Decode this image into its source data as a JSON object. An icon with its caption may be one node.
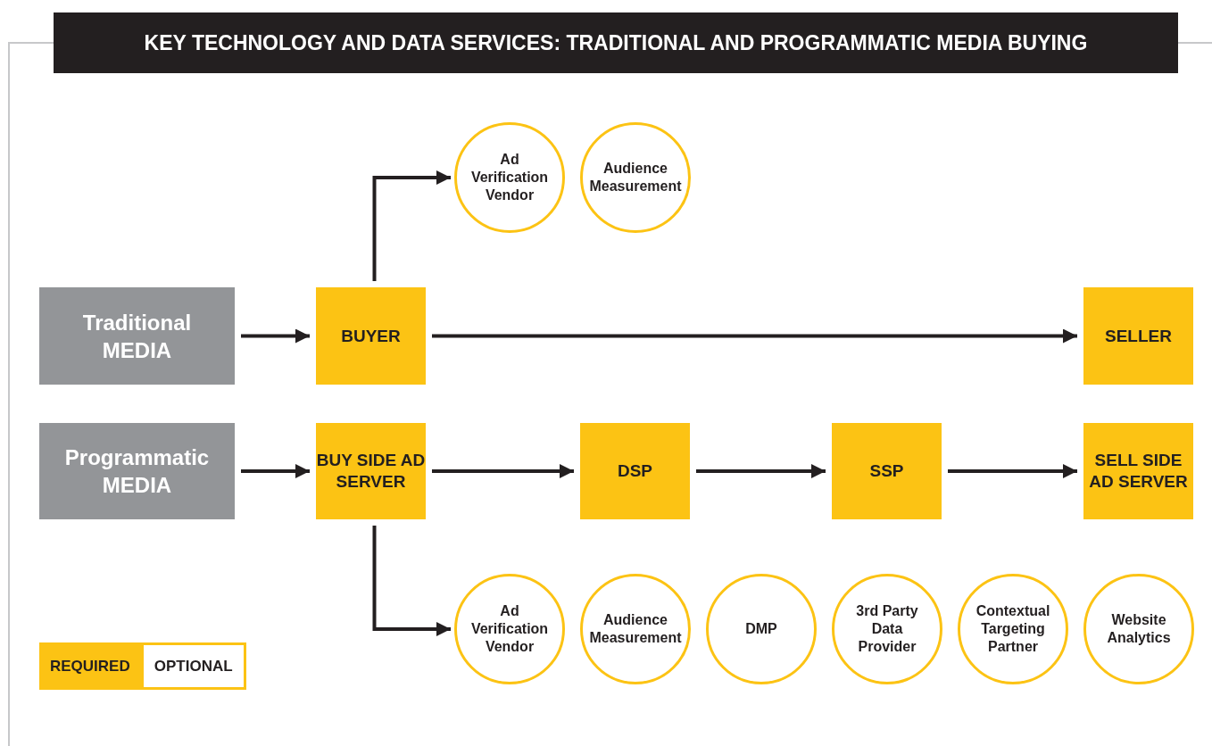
{
  "diagram": {
    "title": "KEY TECHNOLOGY AND DATA SERVICES: TRADITIONAL AND PROGRAMMATIC MEDIA BUYING",
    "nodes": [
      {
        "text": [
          "Ad Verification Vendor"
        ]
      },
      {
        "text": [
          "Audience Measurement"
        ]
      },
      {
        "text": [
          "Traditional MEDIA"
        ]
      },
      {
        "text": [
          "BUYER"
        ]
      },
      {
        "text": [
          "SELLER"
        ]
      },
      {
        "text": [
          "Programmatic MEDIA"
        ]
      },
      {
        "text": [
          "BUY SIDE AD SERVER"
        ]
      },
      {
        "text": [
          "DSP"
        ]
      },
      {
        "text": [
          "SSP"
        ]
      },
      {
        "text": [
          "SELL SIDE AD SERVER"
        ]
      },
      {
        "text": [
          "Ad Verification Vendor"
        ]
      },
      {
        "text": [
          "Audience Measurement"
        ]
      },
      {
        "text": [
          "DMP"
        ]
      },
      {
        "text": [
          "3rd Party Data Provider"
        ]
      },
      {
        "text": [
          "Contextual Targeting Partner"
        ]
      },
      {
        "text": [
          "Website Analytics"
        ]
      }
    ],
    "edges": [
      {
        "from": 2,
        "to": 3,
        "arrow": "to"
      },
      {
        "from": 3,
        "to": 4,
        "arrow": "to"
      },
      {
        "from": 3,
        "to": 0,
        "arrow": "to"
      },
      {
        "from": 5,
        "to": 6,
        "arrow": "to"
      },
      {
        "from": 6,
        "to": 7,
        "arrow": "to"
      },
      {
        "from": 7,
        "to": 8,
        "arrow": "to"
      },
      {
        "from": 8,
        "to": 9,
        "arrow": "to"
      },
      {
        "from": 6,
        "to": 10,
        "arrow": "to"
      }
    ],
    "legend": [
      {
        "text": "REQUIRED",
        "color": "#fcc314"
      },
      {
        "text": "OPTIONAL",
        "color": "#ffffff"
      }
    ]
  }
}
